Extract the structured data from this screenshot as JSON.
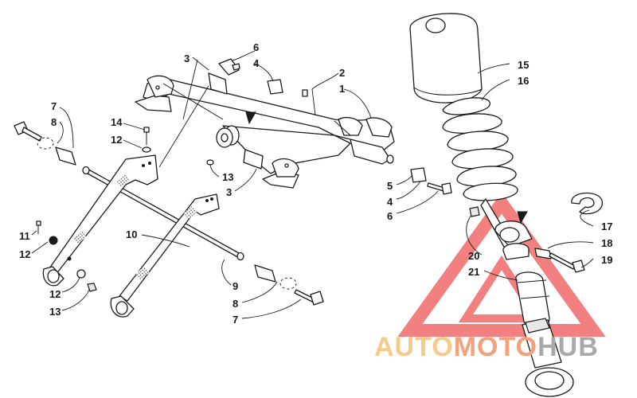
{
  "diagram": {
    "callouts": [
      {
        "id": "c1",
        "text": "1"
      },
      {
        "id": "c2",
        "text": "2"
      },
      {
        "id": "c3a",
        "text": "3"
      },
      {
        "id": "c3b",
        "text": "3"
      },
      {
        "id": "c4a",
        "text": "4"
      },
      {
        "id": "c4b",
        "text": "4"
      },
      {
        "id": "c5",
        "text": "5"
      },
      {
        "id": "c6a",
        "text": "6"
      },
      {
        "id": "c6b",
        "text": "6"
      },
      {
        "id": "c7a",
        "text": "7"
      },
      {
        "id": "c7b",
        "text": "7"
      },
      {
        "id": "c8a",
        "text": "8"
      },
      {
        "id": "c8b",
        "text": "8"
      },
      {
        "id": "c9",
        "text": "9"
      },
      {
        "id": "c10",
        "text": "10"
      },
      {
        "id": "c11",
        "text": "11"
      },
      {
        "id": "c12a",
        "text": "12"
      },
      {
        "id": "c12b",
        "text": "12"
      },
      {
        "id": "c12c",
        "text": "12"
      },
      {
        "id": "c13a",
        "text": "13"
      },
      {
        "id": "c13b",
        "text": "13"
      },
      {
        "id": "c14",
        "text": "14"
      },
      {
        "id": "c15",
        "text": "15"
      },
      {
        "id": "c16",
        "text": "16"
      },
      {
        "id": "c17",
        "text": "17"
      },
      {
        "id": "c18",
        "text": "18"
      },
      {
        "id": "c19",
        "text": "19"
      },
      {
        "id": "c20",
        "text": "20"
      },
      {
        "id": "c21",
        "text": "21"
      }
    ]
  },
  "watermark": {
    "part1": "AUTO",
    "part2": "MOTO",
    "part3": "HUB",
    "colors": {
      "auto": "#f7c98a",
      "moto": "#f4a07a",
      "hub": "#a9a9a9",
      "triangle": "#f06a6a"
    }
  }
}
